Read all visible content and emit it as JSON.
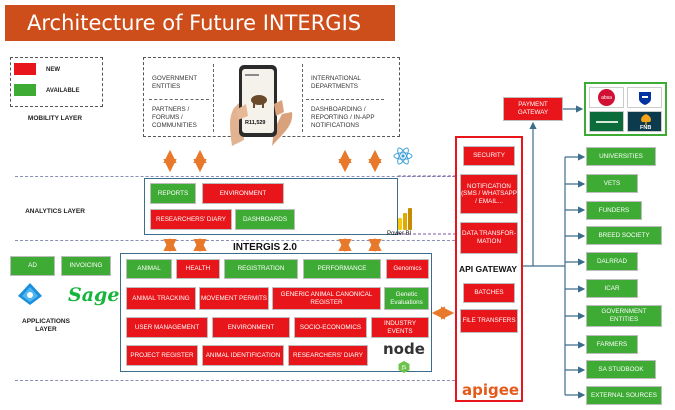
{
  "title": "Architecture of Future INTERGIS",
  "legend": {
    "new": "NEW",
    "available": "AVAILABLE"
  },
  "layers": {
    "mobility": "MOBILITY LAYER",
    "analytics": "ANALYTICS LAYER",
    "applications": "APPLICATIONS LAYER"
  },
  "mobility": {
    "left_top": "GOVERNMENT ENTITIES",
    "left_bottom": "PARTNERS / FORUMS / COMMUNITIES",
    "right_top": "INTERNATIONAL DEPARTMENTS",
    "right_bottom": "DASHBOARDING / REPORTING / IN-APP NOTIFICATIONS",
    "phone_amount": "R11,529"
  },
  "analytics": {
    "reports": "REPORTS",
    "environment": "ENVIRONMENT",
    "researchers_diary": "RESEARCHERS' DIARY",
    "dashboards": "DASHBOARDS",
    "powerbi": "Power BI"
  },
  "apps_left": {
    "ad": "AD",
    "invoicing": "INVOICING",
    "sage": "Sage"
  },
  "intergis": {
    "title": "INTERGIS 2.0",
    "rows": [
      [
        "ANIMAL",
        "HEALTH",
        "REGISTRATION",
        "PERFORMANCE",
        "Genomics"
      ],
      [
        "ANIMAL TRACKING",
        "MOVEMENT PERMITS",
        "GENERIC ANIMAL CANONICAL REGISTER",
        "Genetic Evaluations"
      ],
      [
        "USER MANAGEMENT",
        "ENVIRONMENT",
        "SOCIO-ECONOMICS",
        "INDUSTRY EVENTS"
      ],
      [
        "PROJECT REGISTER",
        "ANIMAL IDENTIFICATION",
        "RESEARCHERS' DIARY"
      ]
    ],
    "nodejs": "node"
  },
  "gateway": {
    "title": "API GATEWAY",
    "items": [
      "SECURITY",
      "NOTIFICATION (SMS / WHATSAPP / EMAIL...",
      "DATA TRANSFOR-MATION",
      "BATCHES",
      "FILE TRANSFERS"
    ],
    "apigee": "apigee"
  },
  "payment": {
    "label": "PAYMENT GATEWAY",
    "banks": [
      "absa",
      "",
      "",
      "FNB"
    ]
  },
  "external": [
    "UNIVERSITIES",
    "VETS",
    "FUNDERS",
    "BREED SOCIETY",
    "DALRRAD",
    "ICAR",
    "GOVERNMENT ENTITIES",
    "FARMERS",
    "SA STUDBOOK",
    "EXTERNAL SOURCES"
  ],
  "colors": {
    "new": "#e8151a",
    "available": "#3eab35",
    "title_bg": "#ce4e1b",
    "arrow": "#e8792b",
    "connector": "#3c6e8c"
  }
}
